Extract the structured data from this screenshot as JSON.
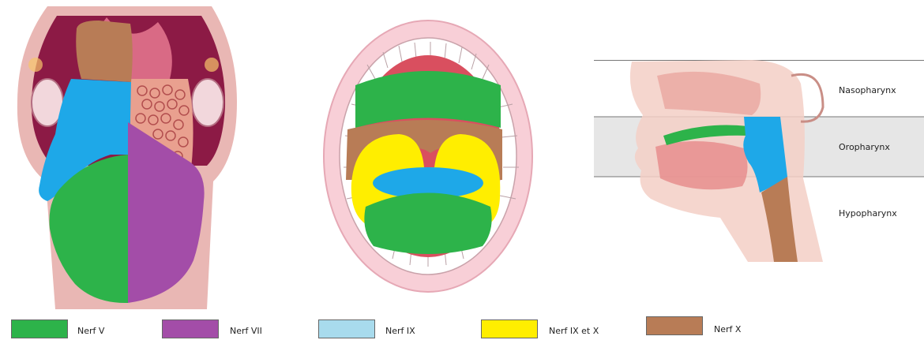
{
  "colors": {
    "nerf_v": "#2db34a",
    "nerf_vii": "#a34da8",
    "nerf_ix": "#1ea8e8",
    "nerf_ix_legend": "#a8dbed",
    "nerf_ix_x": "#ffee00",
    "nerf_x": "#b87c56"
  },
  "pharynx": {
    "regions": [
      {
        "label": "Nasopharynx"
      },
      {
        "label": "Oropharynx"
      },
      {
        "label": "Hypopharynx"
      }
    ]
  },
  "legend": {
    "items": [
      {
        "label": "Nerf V",
        "color": "#2db34a"
      },
      {
        "label": "Nerf VII",
        "color": "#a34da8"
      },
      {
        "label": "Nerf IX",
        "color": "#a8dbed"
      },
      {
        "label": "Nerf IX et X",
        "color": "#ffee00"
      },
      {
        "label": "Nerf X",
        "color": "#b87c56"
      }
    ]
  }
}
